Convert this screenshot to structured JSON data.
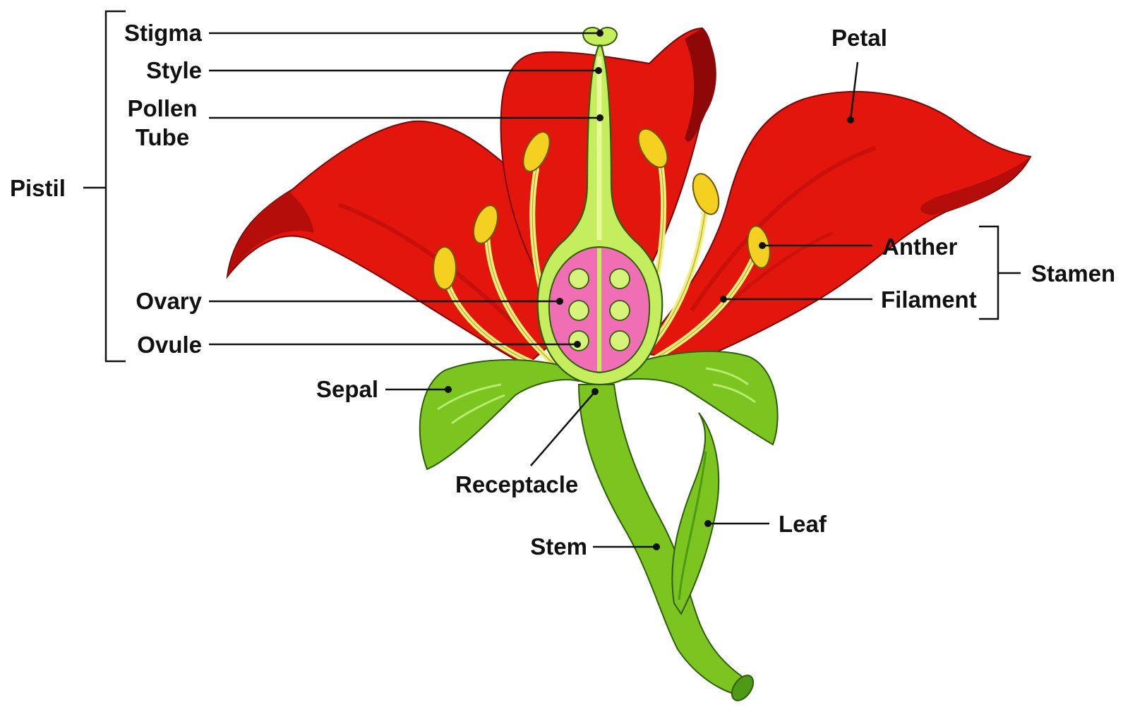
{
  "labels": {
    "stigma": "Stigma",
    "style": "Style",
    "pollen_tube": "Pollen\nTube",
    "pistil": "Pistil",
    "ovary": "Ovary",
    "ovule": "Ovule",
    "sepal": "Sepal",
    "receptacle": "Receptacle",
    "stem": "Stem",
    "leaf": "Leaf",
    "petal": "Petal",
    "anther": "Anther",
    "filament": "Filament",
    "stamen": "Stamen"
  },
  "colors": {
    "petal": "#e3160e",
    "petal_shade": "#b50d0a",
    "petal_dark": "#8f0808",
    "green": "#7cc520",
    "green_dark": "#4e9a14",
    "pistil_green": "#c5ee5e",
    "pistil_light": "#e8fb9a",
    "ovary_pink": "#f06fb4",
    "anther": "#f4d020",
    "filament": "#f3f07a",
    "line": "#111111"
  }
}
